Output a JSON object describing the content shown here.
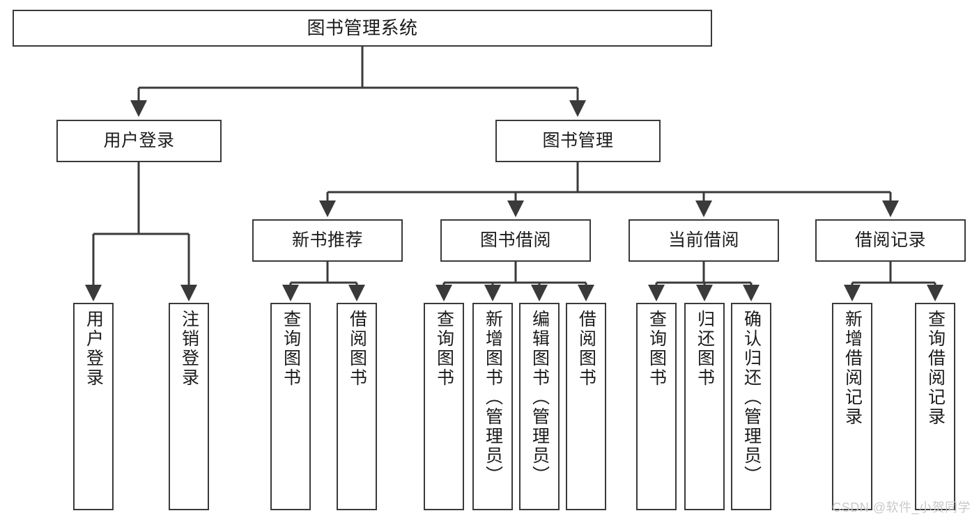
{
  "diagram": {
    "title": "图书管理系统",
    "type": "tree-hierarchy-chart",
    "colors": {
      "box_border": "#3a3a3a",
      "box_fill": "#ffffff",
      "edge": "#3a3a3a",
      "text": "#1b1b1b",
      "watermark": "#c9c9c9"
    },
    "root": {
      "id": "root",
      "label": "图书管理系统"
    },
    "level2": [
      {
        "id": "user-login",
        "label": "用户登录"
      },
      {
        "id": "book-management",
        "label": "图书管理"
      }
    ],
    "level3": [
      {
        "id": "new-book-recommend",
        "label": "新书推荐"
      },
      {
        "id": "book-borrow",
        "label": "图书借阅"
      },
      {
        "id": "current-borrow",
        "label": "当前借阅"
      },
      {
        "id": "borrow-record",
        "label": "借阅记录"
      }
    ],
    "leaves": {
      "user_login": [
        {
          "id": "leaf-user-login",
          "label": "用户登录"
        },
        {
          "id": "leaf-logout-login",
          "label": "注销登录"
        }
      ],
      "new_book_recommend": [
        {
          "id": "leaf-query-book-1",
          "label": "查询图书"
        },
        {
          "id": "leaf-borrow-book-1",
          "label": "借阅图书"
        }
      ],
      "book_borrow": [
        {
          "id": "leaf-query-book-2",
          "label": "查询图书"
        },
        {
          "id": "leaf-add-book",
          "label": "新增图书（管理员）"
        },
        {
          "id": "leaf-edit-book",
          "label": "编辑图书（管理员）"
        },
        {
          "id": "leaf-borrow-book-2",
          "label": "借阅图书"
        }
      ],
      "current_borrow": [
        {
          "id": "leaf-query-book-3",
          "label": "查询图书"
        },
        {
          "id": "leaf-return-book",
          "label": "归还图书"
        },
        {
          "id": "leaf-confirm-return",
          "label": "确认归还（管理员）"
        }
      ],
      "borrow_record": [
        {
          "id": "leaf-add-record",
          "label": "新增借阅记录"
        },
        {
          "id": "leaf-query-record",
          "label": "查询借阅记录"
        }
      ]
    }
  },
  "watermark": {
    "text": "CSDN @软件_小贺同学"
  }
}
